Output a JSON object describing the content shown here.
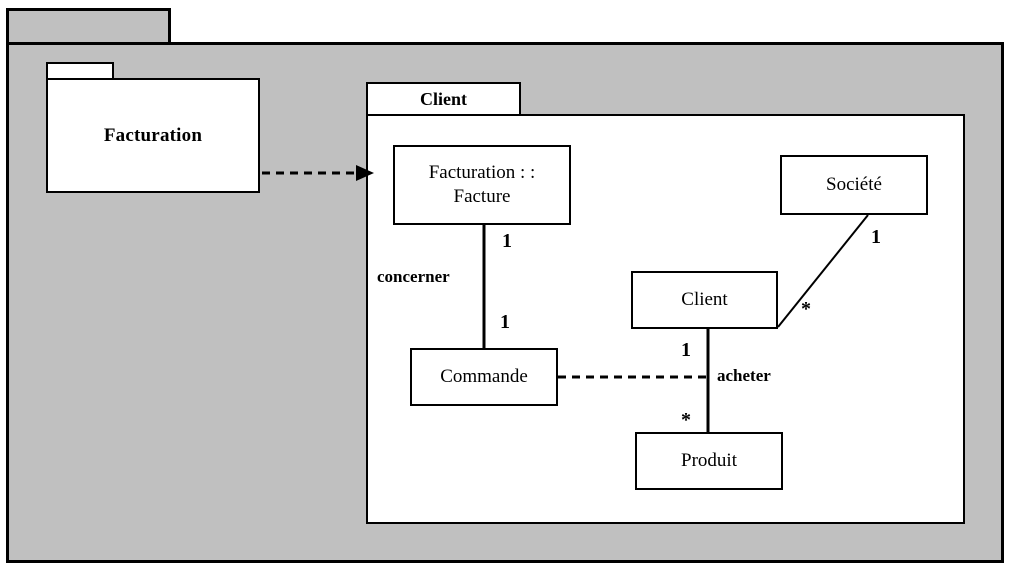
{
  "diagram": {
    "type": "uml-package-class-diagram",
    "background_color": "#ffffff",
    "package_fill": "#c0c0c0",
    "class_fill": "#ffffff",
    "line_color": "#000000",
    "outer_package": {
      "name": "outer-package",
      "tab_label": "",
      "body_label": ""
    },
    "packages": [
      {
        "id": "facturation",
        "label": "Facturation",
        "tab_label": "",
        "fill": "#ffffff"
      },
      {
        "id": "client",
        "label": "Client",
        "fill": "#ffffff"
      }
    ],
    "classes": [
      {
        "id": "facture",
        "label": "Facturation : :\nFacture",
        "line1": "Facturation : :",
        "line2": "Facture"
      },
      {
        "id": "commande",
        "label": "Commande"
      },
      {
        "id": "societe",
        "label": "Société"
      },
      {
        "id": "client",
        "label": "Client"
      },
      {
        "id": "produit",
        "label": "Produit"
      }
    ],
    "relationships": [
      {
        "id": "dependency-facturation-client",
        "style": "dashed-arrow",
        "from": "Facturation",
        "to": "Client",
        "label": ""
      },
      {
        "id": "assoc-facture-commande",
        "style": "solid-line",
        "from": "Facturation : : Facture",
        "to": "Commande",
        "name": "concerner",
        "source_multiplicity": "1",
        "target_multiplicity": "1"
      },
      {
        "id": "assoc-societe-client",
        "style": "solid-line-diagonal",
        "from": "Société",
        "to": "Client",
        "name": "",
        "source_multiplicity": "1",
        "target_multiplicity": "*"
      },
      {
        "id": "assoc-client-produit",
        "style": "solid-line",
        "from": "Client",
        "to": "Produit",
        "name": "acheter",
        "source_multiplicity": "1",
        "target_multiplicity": "*"
      },
      {
        "id": "link-commande-acheter",
        "style": "dashed-line",
        "from": "Commande",
        "to": "acheter",
        "label": ""
      }
    ],
    "labels": {
      "concerner": "concerner",
      "acheter": "acheter",
      "mult_facture_one": "1",
      "mult_commande_one": "1",
      "mult_societe_one": "1",
      "mult_client_star": "*",
      "mult_client_one": "1",
      "mult_produit_star": "*"
    }
  }
}
